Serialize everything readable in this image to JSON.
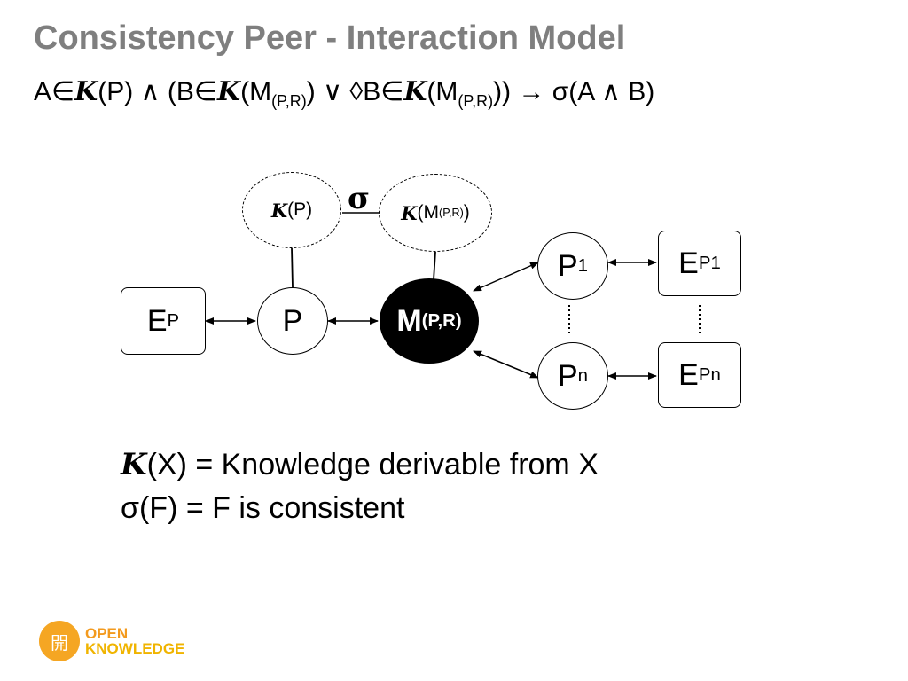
{
  "slide": {
    "title": "Consistency Peer - Interaction Model"
  },
  "formula": {
    "a": "A",
    "in": "∈",
    "k": "K",
    "p_paren": "(P) ∧ (B",
    "m_open": "(M",
    "sub_pr": "(P,R)",
    "close_or": ") ∨ ◊B",
    "m_open2": "(M",
    "close_arrow": ")) → σ(A ∧ B)"
  },
  "diagram": {
    "sigma": "σ",
    "k_symbol": "K",
    "kp_label": "(P)",
    "km_label_main": "(M",
    "km_label_sub": "(P,R)",
    "km_label_close": ")",
    "ep_main": "E",
    "ep_sub": "P",
    "p_label": "P",
    "m_main": "M",
    "m_sub": "(P,R)",
    "p1_main": "P",
    "p1_sub": "1",
    "pn_main": "P",
    "pn_sub": "n",
    "ep1_main": "E",
    "ep1_sub": "P1",
    "epn_main": "E",
    "epn_sub": "Pn"
  },
  "definitions": {
    "k_symbol": "K",
    "k_def": "(X) = Knowledge derivable from X",
    "sigma_def": "σ(F) = F is consistent"
  },
  "logo": {
    "glyph": "開",
    "line1": "OPEN",
    "line2": "KNOWLEDGE",
    "colors": {
      "open": "#f39a1e",
      "knowledge": "#f0b400",
      "circle": "#f5a623"
    }
  }
}
